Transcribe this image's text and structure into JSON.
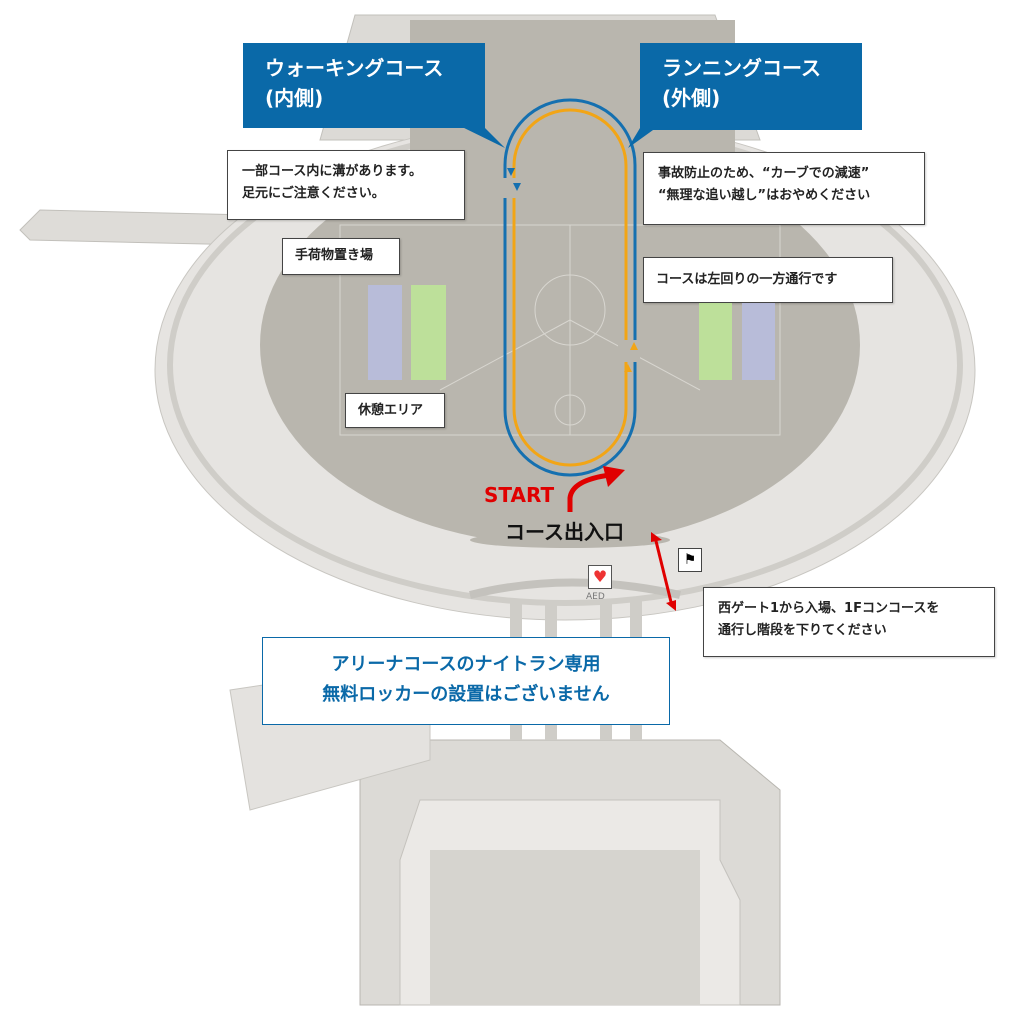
{
  "titles": {
    "walking": {
      "line1": "ウォーキングコース",
      "line2": "(内側)"
    },
    "running": {
      "line1": "ランニングコース",
      "line2": "(外側)"
    }
  },
  "callouts": {
    "groove": {
      "line1": "一部コース内に溝があります。",
      "line2": "足元にご注意ください。"
    },
    "safety": {
      "line1": "事故防止のため、“カーブでの減速”",
      "line2": "“無理な追い越し”はおやめください"
    },
    "direction": "コースは左回りの一方通行です",
    "luggage": "手荷物置き場",
    "rest": "休憩エリア",
    "gate": {
      "line1": "西ゲート1から入場、1Fコンコースを",
      "line2": "通行し階段を下りてください"
    }
  },
  "labels": {
    "start": "START",
    "entrance": "コース出入口",
    "aed": "AED"
  },
  "notice": {
    "line1": "アリーナコースのナイトラン専用",
    "line2": "無料ロッカーの設置はございません"
  },
  "colors": {
    "brand_blue": "#0a69a8",
    "walking_course": "#f2a516",
    "running_course": "#1570b0",
    "start_red": "#e00000",
    "luggage_zone": "#b7bde0",
    "rest_zone": "#bde897"
  }
}
